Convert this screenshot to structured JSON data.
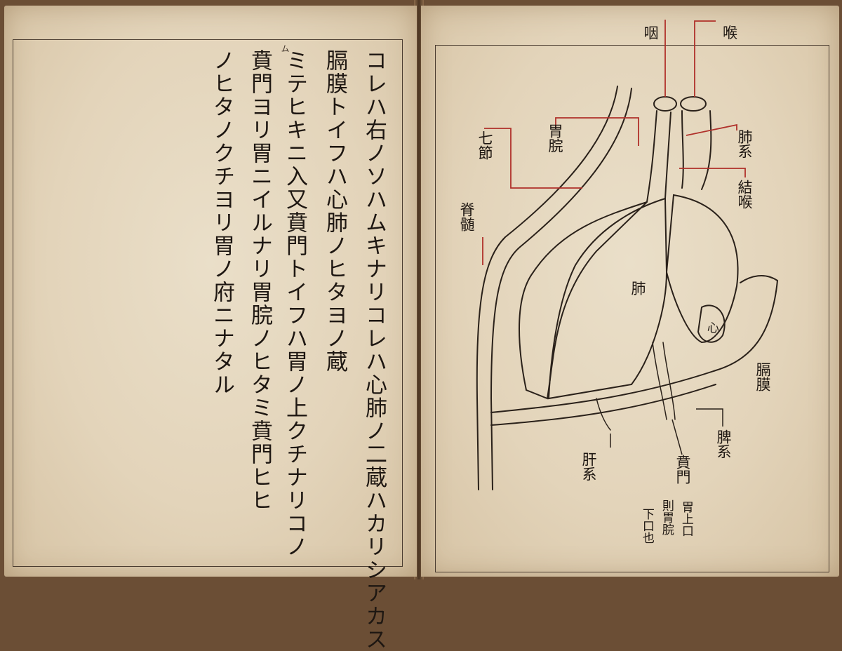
{
  "left_page": {
    "columns": [
      "コレハ右ノソハムキナリコレハ心肺ノ二蔵ハカリシアカス",
      "膈膜トイフハ心肺ノヒタヨノ蔵",
      "ミテヒキニ入又賁門トイフハ胃ノ上クチナリコノ",
      "賁門ヨリ胃ニイルナリ胃脘ノヒタミ賁門ヒヒ",
      "ノヒタノクチヨリ胃ノ府ニナタル"
    ],
    "annotation": "ム"
  },
  "right_page": {
    "labels": {
      "pharynx": "咽",
      "larynx": "喉",
      "seven_segments": "七節",
      "gastric_duct": "胃脘",
      "lung_system": "肺系",
      "connective": "結喉",
      "spine": "脊髄",
      "lung": "肺",
      "heart": "心",
      "diaphragm": "膈膜",
      "spleen_system": "脾系",
      "liver_system": "肝系",
      "cardia": "賁門",
      "cardia_note": "胃上口",
      "stomach_note": "則胃脘",
      "lower_note": "下口也"
    }
  },
  "colors": {
    "paper": "#e6d8bf",
    "ink": "#1e1712",
    "leader_red": "#b0302a"
  }
}
